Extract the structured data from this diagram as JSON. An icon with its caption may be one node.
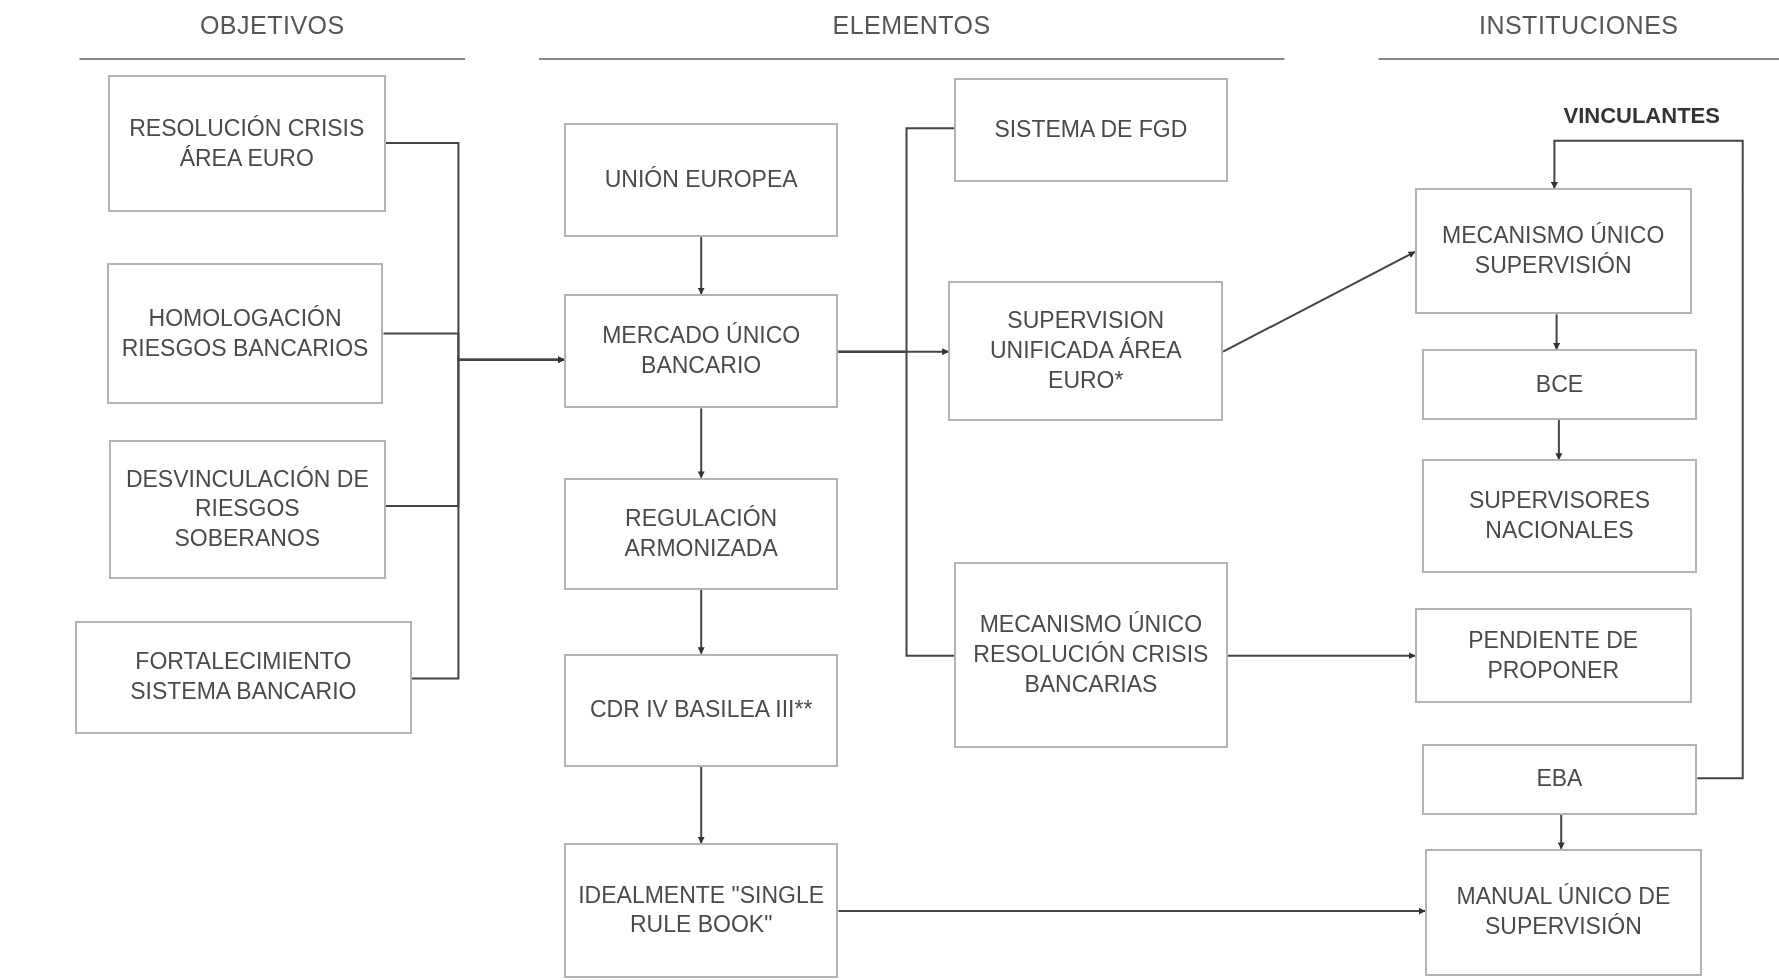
{
  "diagram": {
    "nodes": [
      {
        "text": [
          "RESOLUCIÓN CRISIS ÁREA EURO"
        ]
      },
      {
        "text": [
          "HOMOLOGACIÓN RIESGOS BANCARIOS"
        ]
      },
      {
        "text": [
          "DESVINCULACIÓN DE RIESGOS SOBERANOS"
        ]
      },
      {
        "text": [
          "FORTALECIMIENTO SISTEMA BANCARIO"
        ]
      },
      {
        "text": [
          "UNIÓN EUROPEA"
        ]
      },
      {
        "text": [
          "MERCADO ÚNICO BANCARIO"
        ]
      },
      {
        "text": [
          "REGULACIÓN ARMONIZADA"
        ]
      },
      {
        "text": [
          "CDR IV BASILEA III**"
        ]
      },
      {
        "text": [
          "IDEALMENTE \"SINGLE RULE BOOK\""
        ]
      },
      {
        "text": [
          "SISTEMA DE FGD"
        ]
      },
      {
        "text": [
          "SUPERVISION UNIFICADA ÁREA EURO*"
        ]
      },
      {
        "text": [
          "MECANISMO ÚNICO RESOLUCIÓN CRISIS BANCARIAS"
        ]
      },
      {
        "text": [
          "MECANISMO ÚNICO SUPERVISIÓN"
        ]
      },
      {
        "text": [
          "BCE"
        ]
      },
      {
        "text": [
          "SUPERVISORES NACIONALES"
        ]
      },
      {
        "text": [
          "PENDIENTE DE PROPONER"
        ]
      },
      {
        "text": [
          "EBA"
        ]
      },
      {
        "text": [
          "MANUAL ÚNICO DE SUPERVISIÓN"
        ]
      }
    ],
    "edges": [
      {
        "from": 0,
        "to": 5,
        "arrow": "to"
      },
      {
        "from": 1,
        "to": 5,
        "arrow": "to"
      },
      {
        "from": 2,
        "to": 5,
        "arrow": "to"
      },
      {
        "from": 3,
        "to": 5,
        "arrow": "to"
      },
      {
        "from": 4,
        "to": 5,
        "arrow": "to"
      },
      {
        "from": 5,
        "to": 6,
        "arrow": "to"
      },
      {
        "from": 6,
        "to": 7,
        "arrow": "to"
      },
      {
        "from": 7,
        "to": 8,
        "arrow": "to"
      },
      {
        "from": 5,
        "to": 9,
        "arrow": "none"
      },
      {
        "from": 5,
        "to": 10,
        "arrow": "to"
      },
      {
        "from": 5,
        "to": 11,
        "arrow": "none"
      },
      {
        "from": 10,
        "to": 12,
        "arrow": "to"
      },
      {
        "from": 12,
        "to": 13,
        "arrow": "to"
      },
      {
        "from": 13,
        "to": 14,
        "arrow": "to"
      },
      {
        "from": 11,
        "to": 15,
        "arrow": "to"
      },
      {
        "from": 16,
        "to": 12,
        "arrow": "to",
        "label": "VINCULANTES"
      },
      {
        "from": 16,
        "to": 17,
        "arrow": "to"
      },
      {
        "from": 8,
        "to": 17,
        "arrow": "to"
      }
    ],
    "labels": [
      "OBJETIVOS",
      "ELEMENTOS",
      "INSTITUCIONES"
    ]
  }
}
